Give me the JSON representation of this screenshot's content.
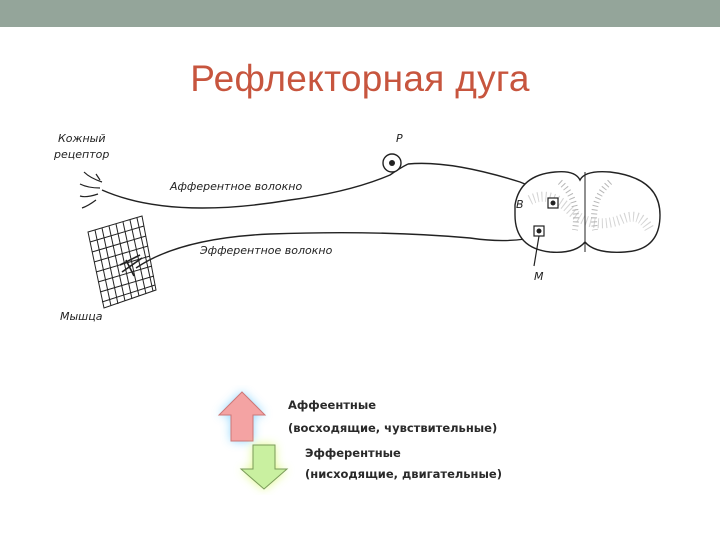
{
  "header": {
    "bar_color": "#94a59a"
  },
  "title": "Рефлекторная дуга",
  "title_color": "#c7553e",
  "diagram": {
    "labels": {
      "skin_receptor_line1": "Кожный",
      "skin_receptor_line2": "рецептор",
      "afferent_fiber": "Афферентное волокно",
      "efferent_fiber": "Эфферентное волокно",
      "muscle": "Мышца",
      "p": "Р",
      "v": "В",
      "m": "М"
    }
  },
  "legend": {
    "afferent_title": "Аффеентные",
    "afferent_desc": "(восходящие, чувствительные)",
    "efferent_title": "Эфферентные",
    "efferent_desc": "(нисходящие, двигательные)",
    "up_arrow_color": "#f4a3a3",
    "down_arrow_color": "#c9f0a0"
  }
}
